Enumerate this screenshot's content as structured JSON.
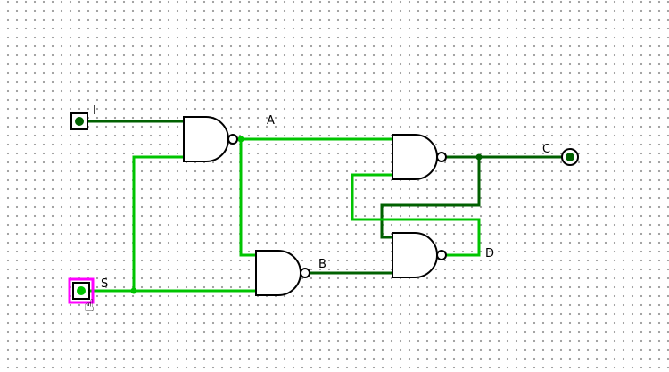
{
  "app": {
    "name": "logic-circuit-simulator-canvas"
  },
  "colors": {
    "wire_high": "#00c400",
    "wire_low": "#006000",
    "selection": "#ff00ff",
    "outline": "#000000",
    "grid_dot": "#9f9f9f",
    "background": "#ffffff"
  },
  "labels": {
    "i": "I",
    "s": "S",
    "a": "A",
    "b": "B",
    "c": "C",
    "d": "D"
  },
  "components": {
    "input_pin_i": {
      "label": "I",
      "value": "0",
      "shape": "square-pin"
    },
    "input_pin_s": {
      "label": "S",
      "value": "1",
      "selected": true,
      "shape": "square-pin"
    },
    "output_pin_c": {
      "label": "C",
      "value": "0",
      "shape": "round-pin"
    },
    "gates": [
      {
        "name": "nand-gate-top-left",
        "type": "NAND",
        "output_label": "A"
      },
      {
        "name": "nand-gate-top-right",
        "type": "NAND",
        "output_label": "C"
      },
      {
        "name": "nand-gate-bottom-middle",
        "type": "NAND",
        "output_label": "B"
      },
      {
        "name": "nand-gate-bottom-right",
        "type": "NAND",
        "output_label": "D"
      }
    ],
    "cursor": {
      "icon": "poke-hand-cursor",
      "glyph": "☝"
    }
  },
  "signals": {
    "I": "0",
    "S": "1",
    "A": "1",
    "B": "0",
    "C": "0",
    "D": "1"
  }
}
